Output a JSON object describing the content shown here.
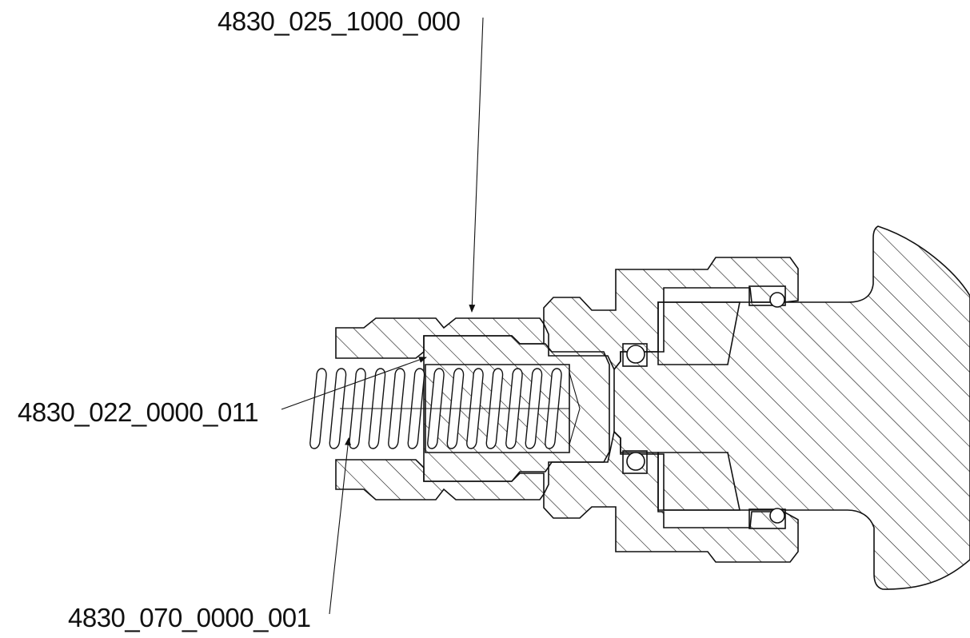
{
  "drawing": {
    "callouts": [
      {
        "id": "top",
        "part_number": "4830_025_1000_000"
      },
      {
        "id": "middle",
        "part_number": "4830_022_0000_011"
      },
      {
        "id": "bottom",
        "part_number": "4830_070_0000_001"
      }
    ]
  }
}
